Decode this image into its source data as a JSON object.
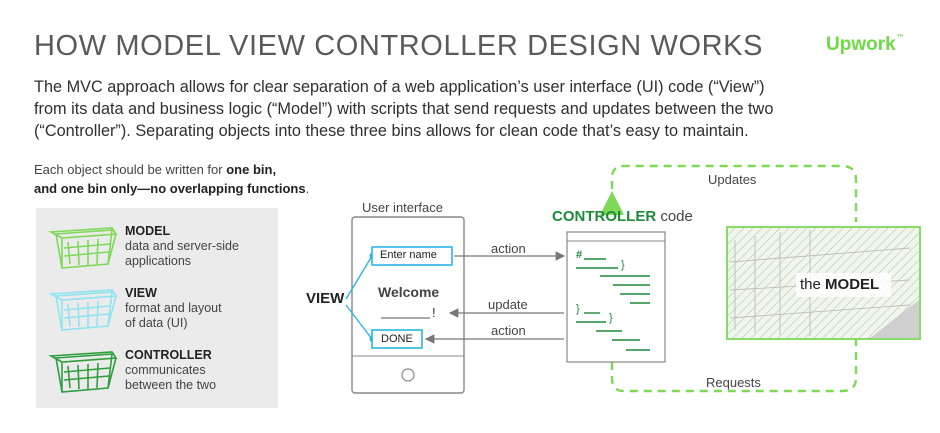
{
  "header": {
    "title": "HOW MODEL VIEW CONTROLLER DESIGN WORKS",
    "brand": "Upwork",
    "brand_mark": "™"
  },
  "intro": {
    "line1": "The MVC approach allows for clear separation of a web application’s user interface (UI) code (“View”)",
    "line2": "from its data and business logic (“Model”) with scripts that send requests and updates between the two",
    "line3": "(“Controller”). Separating objects into these three bins allows for clean code that’s easy to maintain."
  },
  "note": {
    "part1": "Each object should be written for ",
    "bold1": "one bin,",
    "part2": "and one bin only—no overlapping functions",
    "part3": "."
  },
  "legend": {
    "items": [
      {
        "heading": "MODEL",
        "lines": [
          "data and server-side",
          "applications"
        ],
        "color": "#7ed957",
        "icon": "green-bin-icon"
      },
      {
        "heading": "VIEW",
        "lines": [
          "format and layout",
          "of data (UI)"
        ],
        "color": "#8fe3f0",
        "icon": "blue-bin-icon"
      },
      {
        "heading": "CONTROLLER",
        "lines": [
          "communicates",
          "between the two"
        ],
        "color": "#2e9e3e",
        "icon": "dark-green-bin-icon"
      }
    ]
  },
  "diagram": {
    "ui_label": "User interface",
    "view_label": "VIEW",
    "input_text": "Enter name",
    "welcome": "Welcome",
    "exclaim": "!",
    "done_button": "DONE",
    "arrow_action_top": "action",
    "arrow_update": "update",
    "arrow_action_bottom": "action",
    "controller_bold": "CONTROLLER",
    "controller_rest": "code",
    "code_hash": "#",
    "code_brace1": "}",
    "code_brace2": "}",
    "code_brace3": "}",
    "updates_label": "Updates",
    "requests_label": "Requests",
    "model_prefix": "the",
    "model_bold": "MODEL"
  },
  "colors": {
    "accent_green": "#6fda44",
    "controller_green": "#1f8a3a",
    "view_blue": "#29b6e6",
    "dashed_green": "#7ed957",
    "gray_line": "#777777"
  }
}
